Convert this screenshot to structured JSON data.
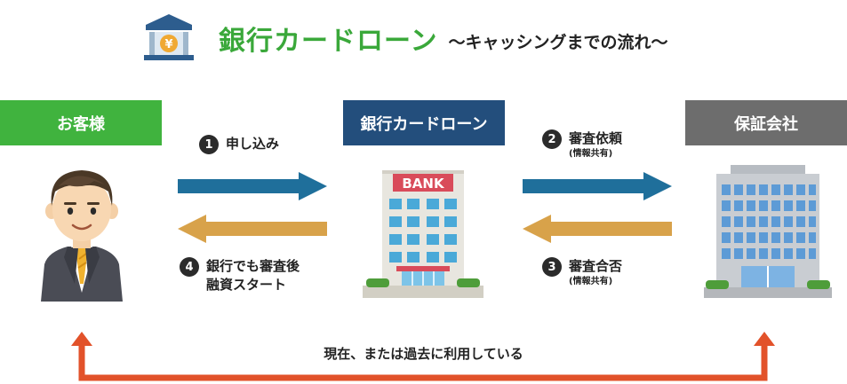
{
  "header": {
    "title": "銀行カードローン",
    "subtitle": "〜キャッシングまでの流れ〜",
    "icon": "bank-yen-icon",
    "yen_symbol": "¥"
  },
  "parties": {
    "customer": "お客様",
    "bank": "銀行カードローン",
    "guarantor": "保証会社"
  },
  "bank_building_sign": "BANK",
  "steps": [
    {
      "number": "1",
      "text": "申し込み",
      "note": ""
    },
    {
      "number": "2",
      "text": "審査依頼",
      "note": "(情報共有)"
    },
    {
      "number": "3",
      "text": "審査合否",
      "note": "(情報共有)"
    },
    {
      "number": "4",
      "line1": "銀行でも審査後",
      "line2": "融資スタート"
    }
  ],
  "bottom_note": "現在、または過去に利用している",
  "colors": {
    "title_green": "#3aa83a",
    "customer_box": "#40b33e",
    "bank_box": "#234e7c",
    "guarantor_box": "#6d6d6d",
    "arrow_blue": "#1f6f9b",
    "arrow_gold": "#d8a24a",
    "arrow_red": "#e2522a"
  }
}
